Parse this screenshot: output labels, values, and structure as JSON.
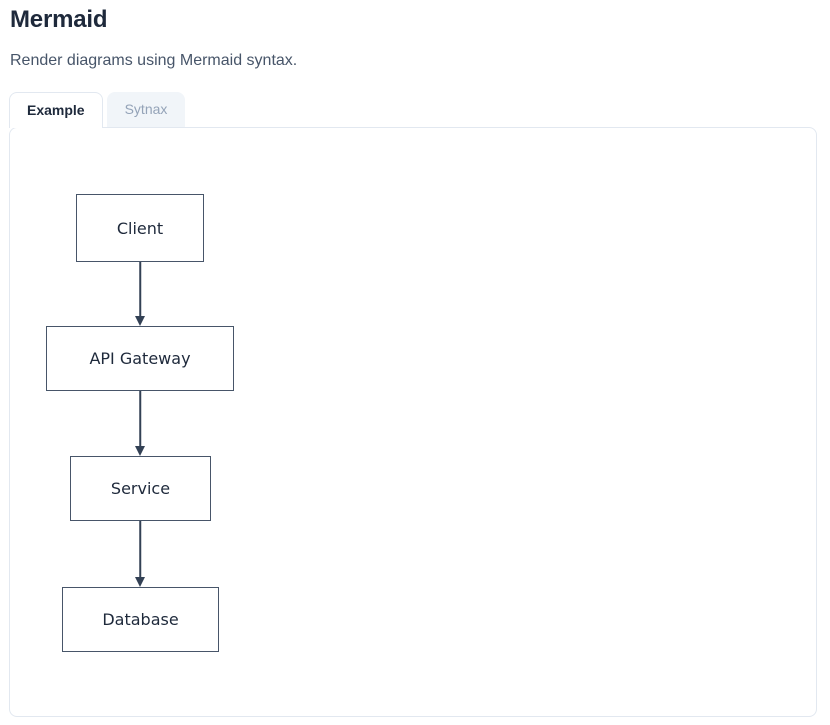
{
  "page": {
    "title": "Mermaid",
    "subtitle": "Render diagrams using Mermaid syntax."
  },
  "tabs": [
    {
      "label": "Example",
      "active": true
    },
    {
      "label": "Sytnax",
      "active": false
    }
  ],
  "diagram": {
    "type": "flowchart",
    "direction": "top-to-bottom",
    "nodes": [
      {
        "id": "client",
        "label": "Client"
      },
      {
        "id": "api-gateway",
        "label": "API Gateway"
      },
      {
        "id": "service",
        "label": "Service"
      },
      {
        "id": "database",
        "label": "Database"
      }
    ],
    "edges": [
      {
        "from": "client",
        "to": "api-gateway"
      },
      {
        "from": "api-gateway",
        "to": "service"
      },
      {
        "from": "service",
        "to": "database"
      }
    ]
  },
  "colors": {
    "title_text": "#1e293b",
    "subtitle_text": "#475569",
    "inactive_tab_text": "#94a3b8",
    "inactive_tab_bg": "#f1f5f9",
    "card_border": "#e2e8f0",
    "node_border": "#475569",
    "node_fill": "#ffffff",
    "arrow": "#334155"
  }
}
